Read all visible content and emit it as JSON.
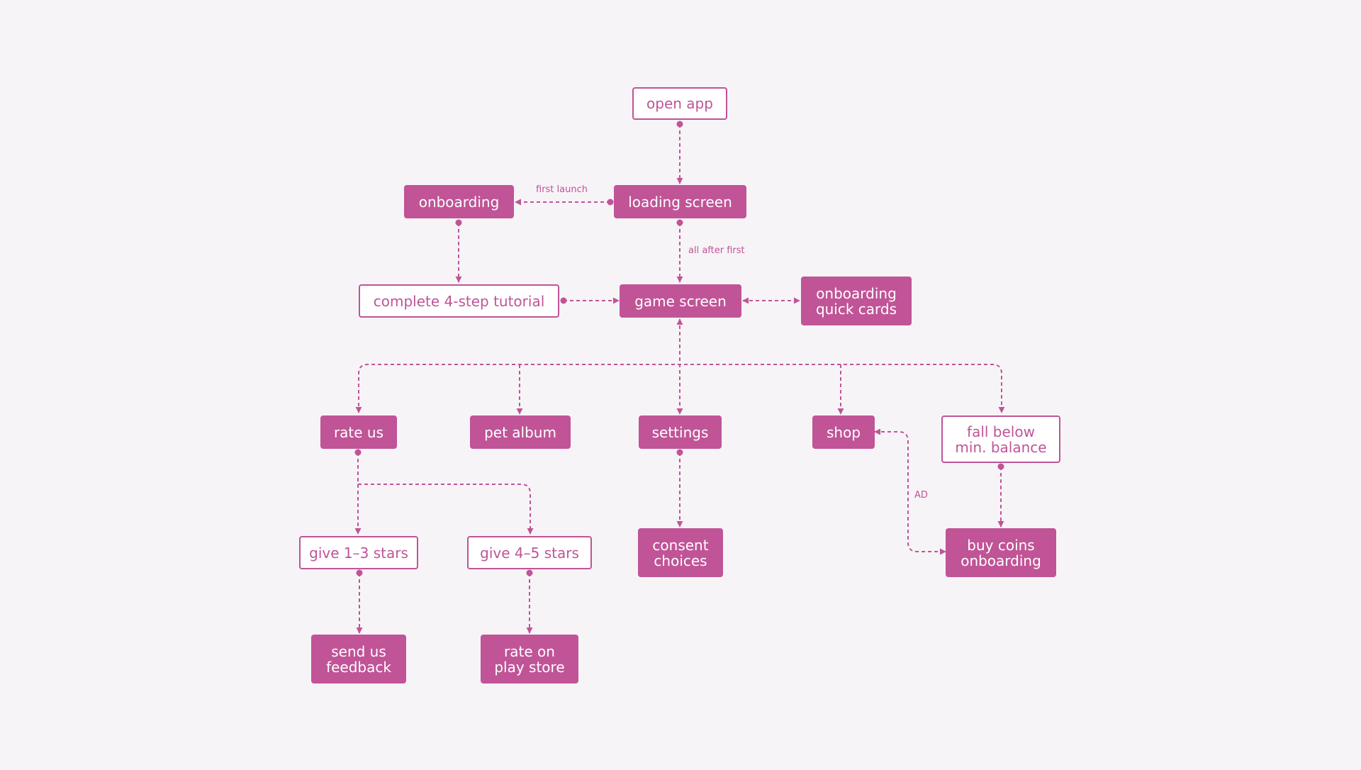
{
  "colors": {
    "accent": "#c05497",
    "background": "#f7f4f8"
  },
  "nodes": {
    "open_app": "open app",
    "loading_screen": "loading screen",
    "onboarding": "onboarding",
    "tutorial": "complete 4-step tutorial",
    "game_screen": "game screen",
    "quick_cards": "onboarding\nquick cards",
    "rate_us": "rate us",
    "pet_album": "pet album",
    "settings": "settings",
    "shop": "shop",
    "fall_below": "fall below\nmin. balance",
    "give_1_3": "give 1–3 stars",
    "give_4_5": "give 4–5 stars",
    "consent": "consent\nchoices",
    "buy_coins": "buy coins\nonboarding",
    "send_feedback": "send us\nfeedback",
    "rate_play": "rate on\nplay store"
  },
  "edge_labels": {
    "first_launch": "first launch",
    "all_after_first": "all after first",
    "ad": "AD"
  }
}
